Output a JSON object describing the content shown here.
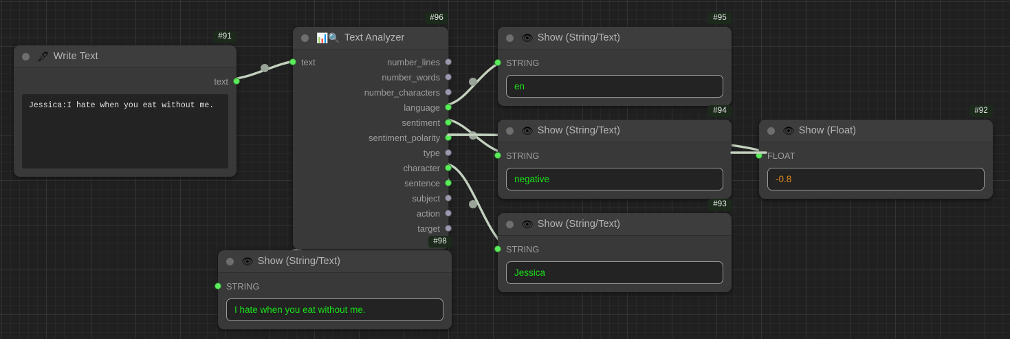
{
  "canvas": {
    "background": "#202020",
    "grid_color": "#2a2a2a"
  },
  "colors": {
    "node_body": "#393939",
    "node_header": "#3d3d3d",
    "port_connected": "#5bec5b",
    "port_idle": "#9a9aae",
    "wire": "#c3d1be",
    "value_string": "#19e019",
    "value_float": "#e08b1e",
    "badge_bg": "#1b2a1b"
  },
  "nodes": [
    {
      "id": "#91",
      "title": "Write Text",
      "icon": "fountain-pen-icon",
      "icon_glyph": "🖋",
      "inputs": [],
      "outputs": [
        {
          "label": "text",
          "connected": true
        }
      ],
      "textarea_value": "Jessica:I hate when you eat without me."
    },
    {
      "id": "#96",
      "title": "Text Analyzer",
      "icon": "bar-chart-search-icon",
      "icon_glyph": "📊🔍",
      "inputs": [
        {
          "label": "text",
          "connected": true
        }
      ],
      "outputs": [
        {
          "label": "number_lines",
          "connected": false
        },
        {
          "label": "number_words",
          "connected": false
        },
        {
          "label": "number_characters",
          "connected": false
        },
        {
          "label": "language",
          "connected": true
        },
        {
          "label": "sentiment",
          "connected": true
        },
        {
          "label": "sentiment_polarity",
          "connected": true
        },
        {
          "label": "type",
          "connected": false
        },
        {
          "label": "character",
          "connected": true
        },
        {
          "label": "sentence",
          "connected": true
        },
        {
          "label": "subject",
          "connected": false
        },
        {
          "label": "action",
          "connected": false
        },
        {
          "label": "target",
          "connected": false
        }
      ]
    },
    {
      "id": "#95",
      "title": "Show (String/Text)",
      "icon": "eye-icon",
      "icon_glyph": "👁",
      "port_label": "STRING",
      "value": "en",
      "value_kind": "string"
    },
    {
      "id": "#94",
      "title": "Show (String/Text)",
      "icon": "eye-icon",
      "icon_glyph": "👁",
      "port_label": "STRING",
      "value": "negative",
      "value_kind": "string"
    },
    {
      "id": "#93",
      "title": "Show (String/Text)",
      "icon": "eye-icon",
      "icon_glyph": "👁",
      "port_label": "STRING",
      "value": "Jessica",
      "value_kind": "string"
    },
    {
      "id": "#98",
      "title": "Show (String/Text)",
      "icon": "eye-icon",
      "icon_glyph": "👁",
      "port_label": "STRING",
      "value": "I hate when you eat without me.",
      "value_kind": "string"
    },
    {
      "id": "#92",
      "title": "Show (Float)",
      "icon": "eye-icon",
      "icon_glyph": "👁",
      "port_label": "FLOAT",
      "value": "-0.8",
      "value_kind": "float"
    }
  ],
  "connections": [
    {
      "from": "#91.text",
      "to": "#96.text"
    },
    {
      "from": "#96.language",
      "to": "#95.STRING"
    },
    {
      "from": "#96.sentiment",
      "to": "#94.STRING"
    },
    {
      "from": "#96.sentiment_polarity",
      "to": "#92.FLOAT"
    },
    {
      "from": "#96.character",
      "to": "#93.STRING"
    },
    {
      "from": "#96.sentence",
      "to": "#98.STRING"
    }
  ]
}
